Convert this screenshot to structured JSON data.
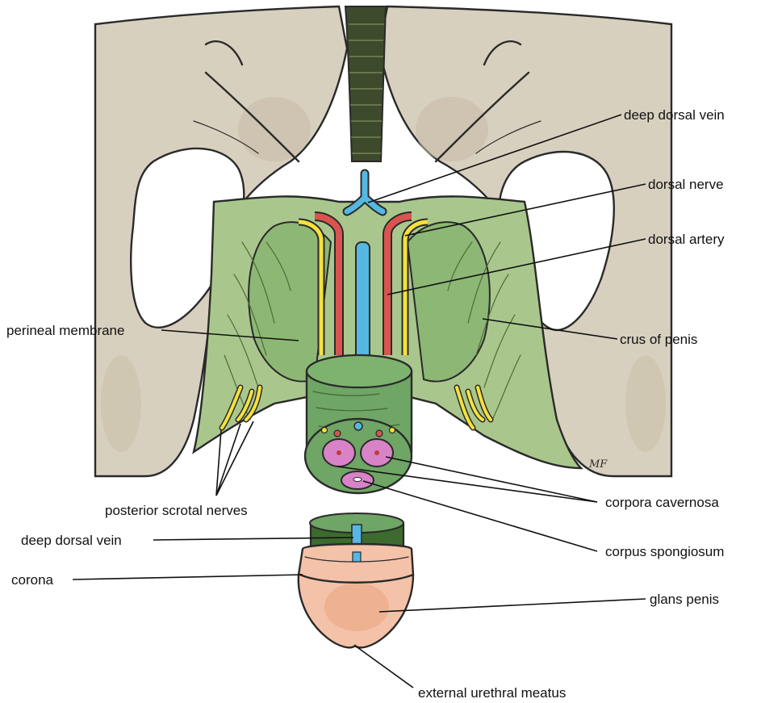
{
  "colors": {
    "bone": "#d8d0bf",
    "bone_shadow": "#c8bda8",
    "membrane": "#a9c78c",
    "membrane_dark": "#7da564",
    "shaft": "#6fa565",
    "ligament": "#3d4a2c",
    "vein": "#55b7e2",
    "nerve": "#f5e13c",
    "artery": "#d9544f",
    "cavernosa": "#d883c8",
    "glans": "#f3c2a8",
    "glans_deep": "#eaa57f"
  },
  "labels": {
    "deep_dorsal_vein_top": "deep dorsal vein",
    "dorsal_nerve": "dorsal nerve",
    "dorsal_artery": "dorsal artery",
    "perineal_membrane": "perineal membrane",
    "crus_of_penis": "crus of penis",
    "posterior_scrotal_nerves": "posterior scrotal nerves",
    "corpora_cavernosa": "corpora cavernosa",
    "corpus_spongiosum": "corpus spongiosum",
    "deep_dorsal_vein_bottom": "deep dorsal vein",
    "corona": "corona",
    "glans_penis": "glans penis",
    "external_urethral_meatus": "external urethral meatus"
  },
  "signature": "MF"
}
